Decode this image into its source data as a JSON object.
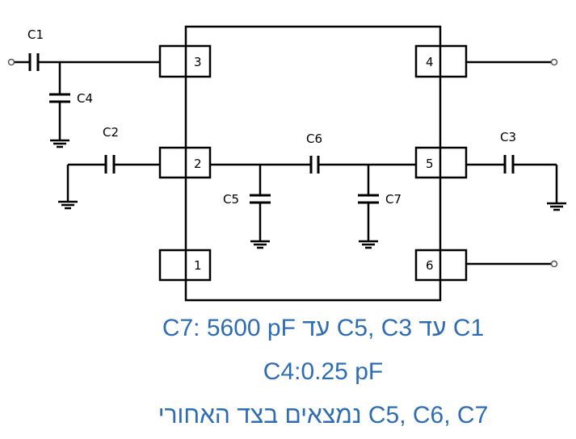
{
  "components": {
    "C1": "C1",
    "C2": "C2",
    "C3": "C3",
    "C4": "C4",
    "C5": "C5",
    "C6": "C6",
    "C7": "C7"
  },
  "pins": [
    "1",
    "2",
    "3",
    "4",
    "5",
    "6"
  ],
  "notes": [
    "C1 עד C5, C3 עד C7: 5600 pF",
    "C4:0.25 pF",
    "C5, C6, C7 נמצאים בצד האחורי"
  ],
  "colors": {
    "note_text": "#2e6db4",
    "lines": "#000000"
  }
}
